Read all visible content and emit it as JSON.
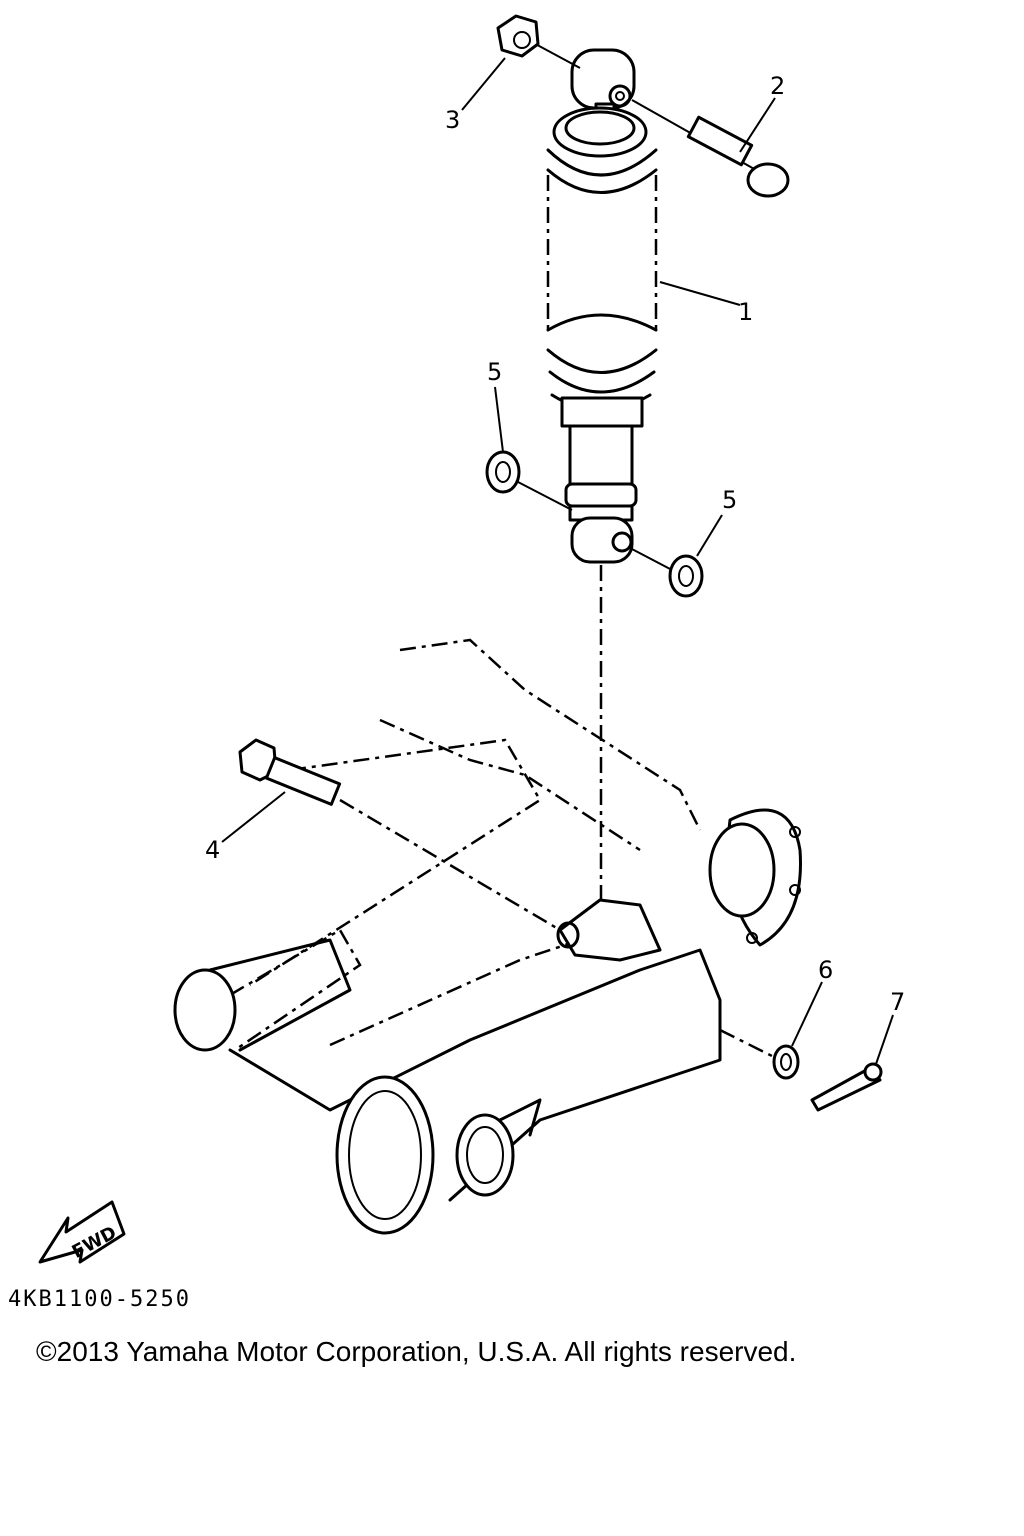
{
  "callouts": [
    {
      "id": "1",
      "label": "1"
    },
    {
      "id": "2",
      "label": "2"
    },
    {
      "id": "3",
      "label": "3"
    },
    {
      "id": "4",
      "label": "4"
    },
    {
      "id": "5a",
      "label": "5"
    },
    {
      "id": "5b",
      "label": "5"
    },
    {
      "id": "6",
      "label": "6"
    },
    {
      "id": "7",
      "label": "7"
    }
  ],
  "fwd_label": "FWD",
  "part_code": "4KB1100-5250",
  "copyright": "©2013 Yamaha Motor Corporation, U.S.A. All rights reserved."
}
